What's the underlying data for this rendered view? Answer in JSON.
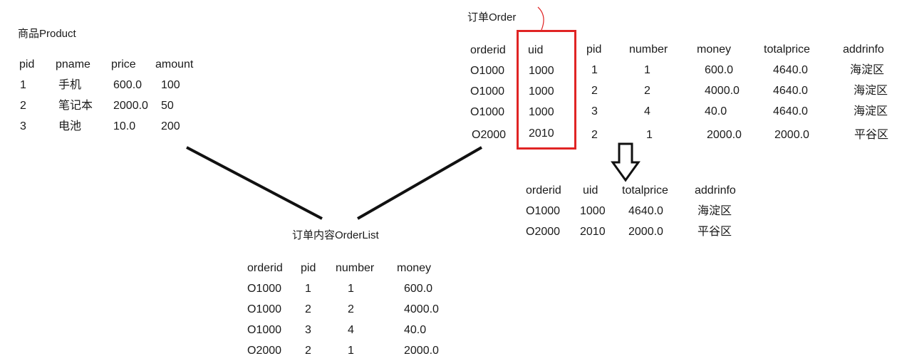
{
  "product": {
    "title": "商品Product",
    "headers": [
      "pid",
      "pname",
      "price",
      "amount"
    ],
    "rows": [
      [
        "1",
        "手机",
        "600.0",
        "100"
      ],
      [
        "2",
        "笔记本",
        "2000.0",
        "50"
      ],
      [
        "3",
        "电池",
        "10.0",
        "200"
      ]
    ]
  },
  "order": {
    "title": "订单Order",
    "headers": [
      "orderid",
      "uid",
      "pid",
      "number",
      "money",
      "totalprice",
      "addrinfo"
    ],
    "rows": [
      [
        "O1000",
        "1000",
        "1",
        "1",
        "600.0",
        "4640.0",
        "海淀区"
      ],
      [
        "O1000",
        "1000",
        "2",
        "2",
        "4000.0",
        "4640.0",
        "海淀区"
      ],
      [
        "O1000",
        "1000",
        "3",
        "4",
        "40.0",
        "4640.0",
        "海淀区"
      ],
      [
        "O2000",
        "2010",
        "2",
        "1",
        "2000.0",
        "2000.0",
        "平谷区"
      ]
    ]
  },
  "order_split": {
    "headers": [
      "orderid",
      "uid",
      "totalprice",
      "addrinfo"
    ],
    "rows": [
      [
        "O1000",
        "1000",
        "4640.0",
        "海淀区"
      ],
      [
        "O2000",
        "2010",
        "2000.0",
        "平谷区"
      ]
    ]
  },
  "orderlist": {
    "title": "订单内容OrderList",
    "headers": [
      "orderid",
      "pid",
      "number",
      "money"
    ],
    "rows": [
      [
        "O1000",
        "1",
        "1",
        "600.0"
      ],
      [
        "O1000",
        "2",
        "2",
        "4000.0"
      ],
      [
        "O1000",
        "3",
        "4",
        "40.0"
      ],
      [
        "O2000",
        "2",
        "1",
        "2000.0"
      ]
    ]
  },
  "colors": {
    "highlight": "#e02424",
    "line": "#111111",
    "text": "#1a1a1a"
  },
  "icons": {
    "arrow": "down-arrow-icon"
  }
}
